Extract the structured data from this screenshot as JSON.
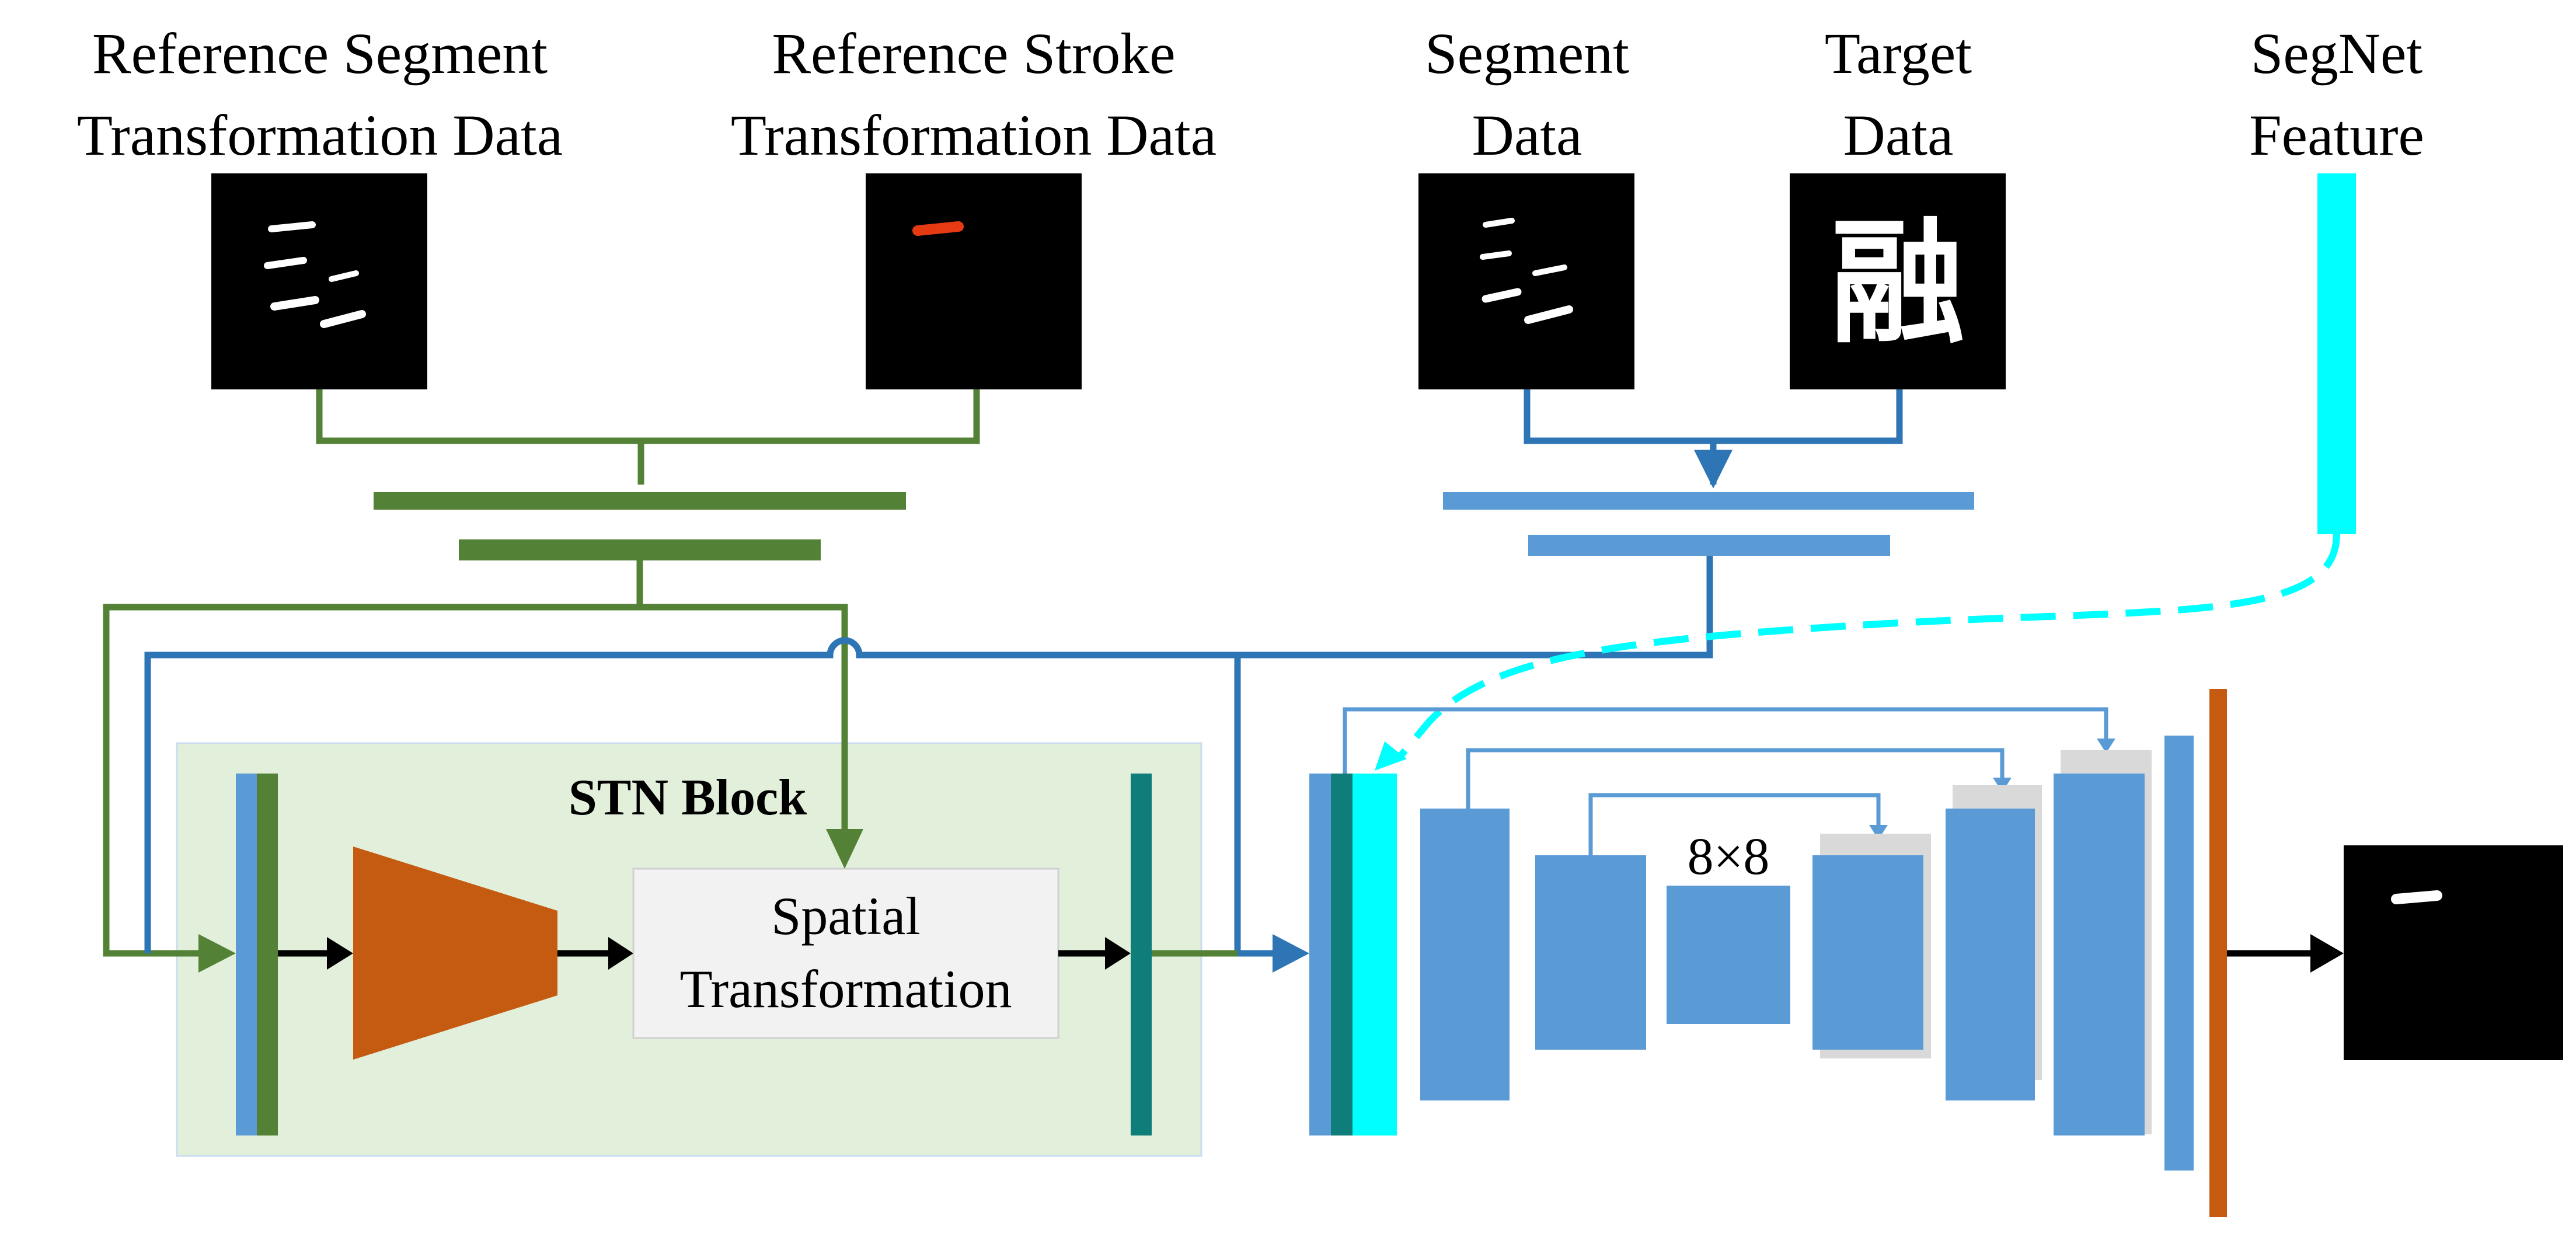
{
  "labels": {
    "ref_segment_line1": "Reference Segment",
    "ref_segment_line2": "Transformation Data",
    "ref_stroke_line1": "Reference Stroke",
    "ref_stroke_line2": "Transformation Data",
    "segment_line1": "Segment",
    "segment_line2": "Data",
    "target_line1": "Target",
    "target_line2": "Data",
    "segnet_line1": "SegNet",
    "segnet_line2": "Feature"
  },
  "stn": {
    "title": "STN Block",
    "spatial_line1": "Spatial",
    "spatial_line2": "Transformation"
  },
  "unet": {
    "bottleneck_label": "8×8"
  },
  "images": {
    "target_glyph": "融"
  },
  "colors": {
    "green": "#538135",
    "blue": "#2E75B6",
    "light_blue": "#5B9BD5",
    "cyan": "#00FFFF",
    "teal": "#0F7D7A",
    "orange": "#C55A11",
    "stn_bg": "#E2EFDA",
    "red_stroke": "#E63B12"
  }
}
